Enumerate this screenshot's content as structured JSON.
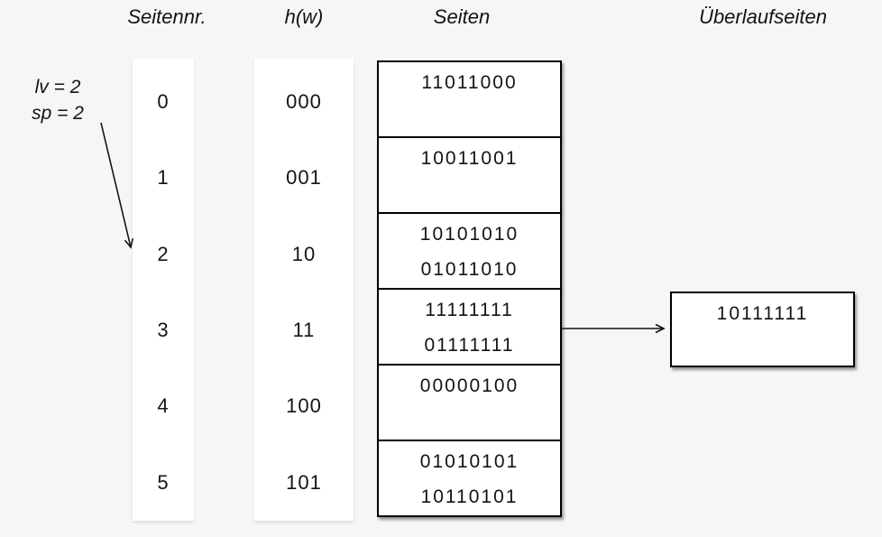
{
  "colors": {
    "background": "#f6f6f4",
    "panel": "#ffffff",
    "border": "#000000",
    "text": "#141414"
  },
  "headers": {
    "col_seitennr": "Seitennr.",
    "col_hw": "h(w)",
    "col_seiten": "Seiten",
    "col_ueberlauf": "Überlaufseiten"
  },
  "annotation": {
    "lv": "lv = 2",
    "sp": "sp = 2",
    "points_to_row": "2"
  },
  "table": {
    "rows": [
      {
        "nr": "0",
        "hw": "000",
        "entries": [
          "11011000"
        ]
      },
      {
        "nr": "1",
        "hw": "001",
        "entries": [
          "10011001"
        ]
      },
      {
        "nr": "2",
        "hw": "10",
        "entries": [
          "10101010",
          "01011010"
        ]
      },
      {
        "nr": "3",
        "hw": "11",
        "entries": [
          "11111111",
          "01111111"
        ]
      },
      {
        "nr": "4",
        "hw": "100",
        "entries": [
          "00000100"
        ]
      },
      {
        "nr": "5",
        "hw": "101",
        "entries": [
          "01010101",
          "10110101"
        ]
      }
    ]
  },
  "overflow": {
    "linked_row": "3",
    "entries": [
      "10111111"
    ]
  }
}
